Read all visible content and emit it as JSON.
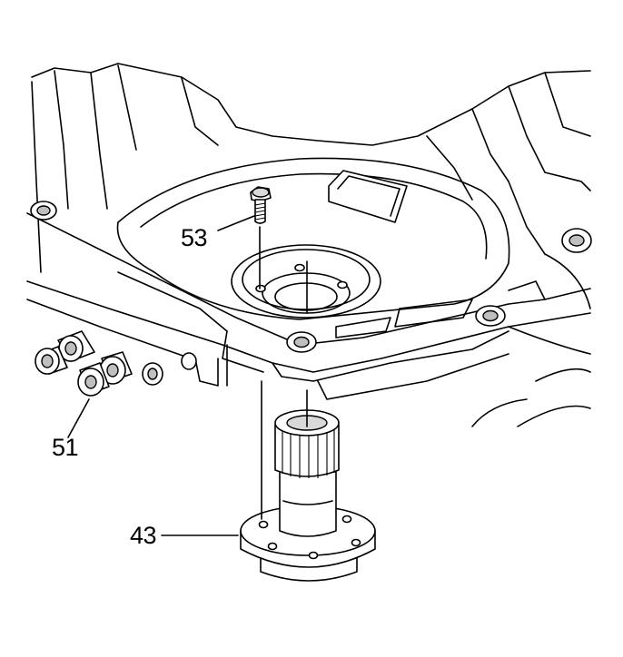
{
  "callouts": {
    "bolt": "53",
    "bushings": "51",
    "shaft": "43"
  }
}
